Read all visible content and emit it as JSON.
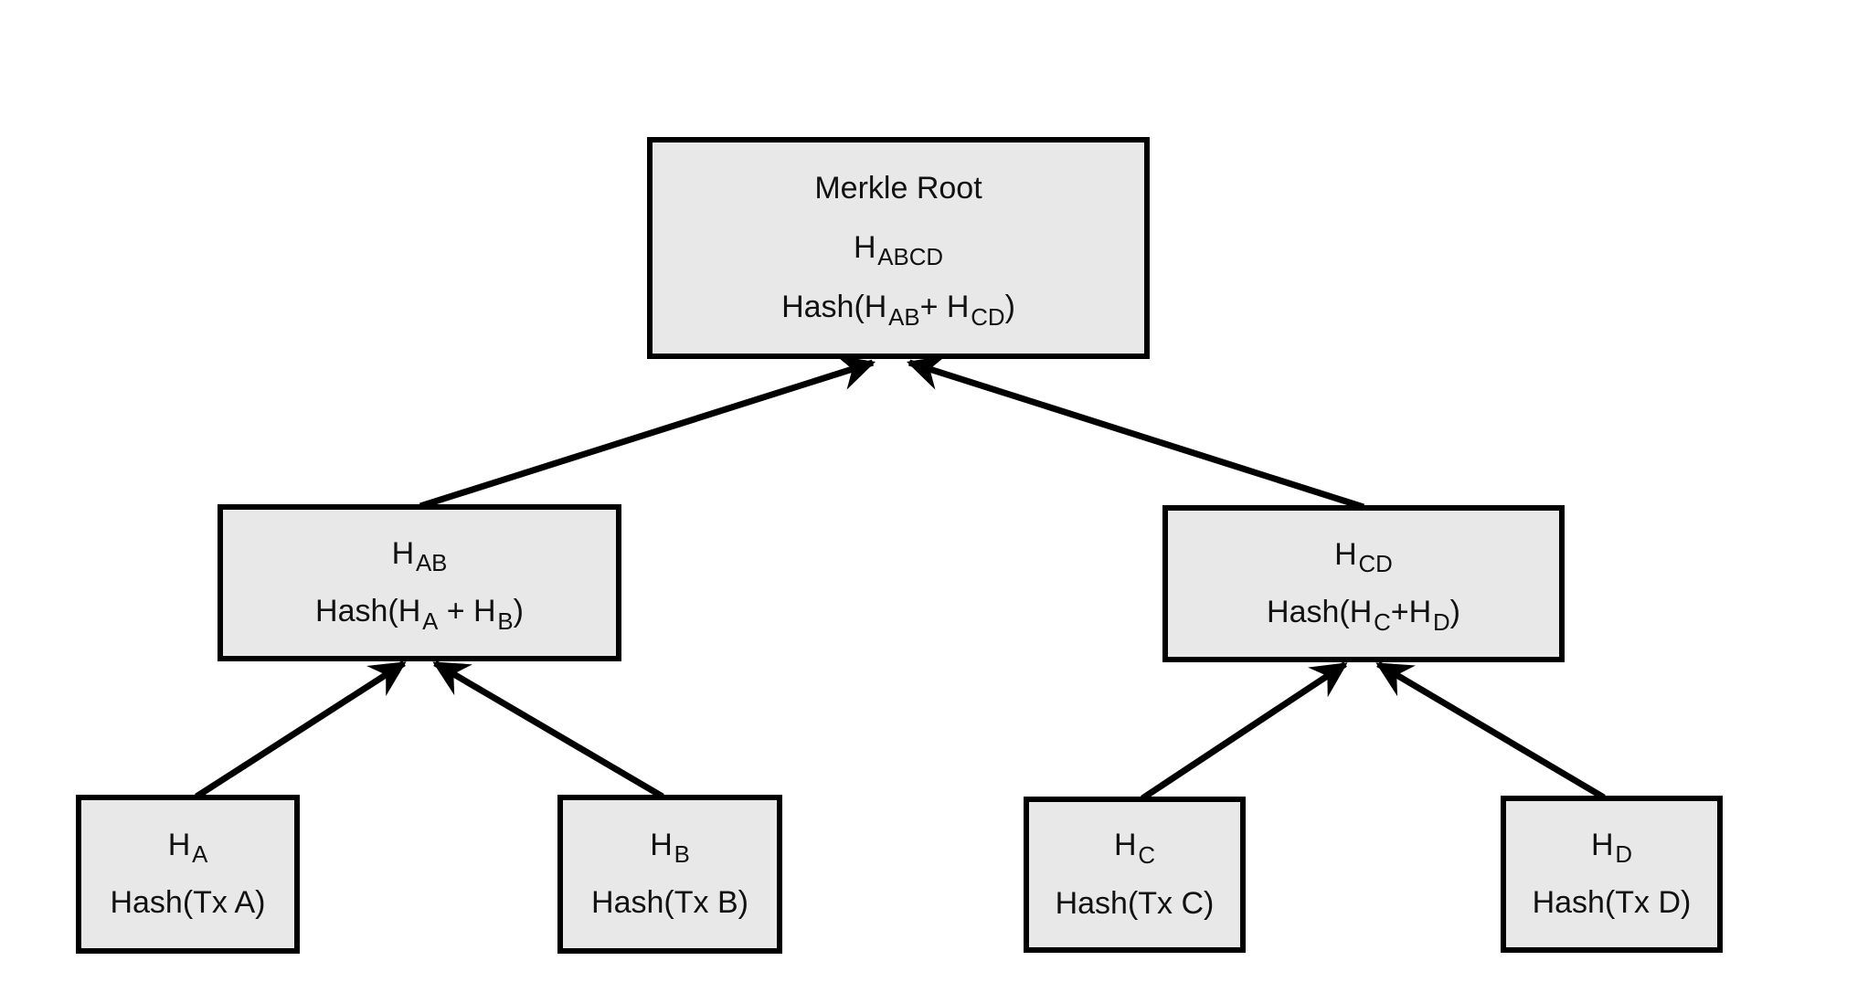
{
  "colors": {
    "background": "#ffffff",
    "box_fill": "#e8e8e8",
    "box_border": "#000000",
    "arrow": "#000000",
    "text": "#111111"
  },
  "nodes": {
    "root": {
      "title": "Merkle Root",
      "hash": {
        "base": "H",
        "sub": "ABCD"
      },
      "formula": {
        "p1": "Hash(H",
        "sub1": "AB",
        "p2": "+ H",
        "sub2": "CD",
        "p3": ")"
      }
    },
    "hab": {
      "hash": {
        "base": "H",
        "sub": "AB"
      },
      "formula": {
        "p1": "Hash(H",
        "sub1": "A",
        "p2": " + H",
        "sub2": "B",
        "p3": ")"
      }
    },
    "hcd": {
      "hash": {
        "base": "H",
        "sub": "CD"
      },
      "formula": {
        "p1": "Hash(H",
        "sub1": "C",
        "p2": "+H",
        "sub2": "D",
        "p3": ")"
      }
    },
    "ha": {
      "hash": {
        "base": "H",
        "sub": "A"
      },
      "formula_text": "Hash(Tx A)"
    },
    "hb": {
      "hash": {
        "base": "H",
        "sub": "B"
      },
      "formula_text": "Hash(Tx B)"
    },
    "hc": {
      "hash": {
        "base": "H",
        "sub": "C"
      },
      "formula_text": "Hash(Tx C)"
    },
    "hd": {
      "hash": {
        "base": "H",
        "sub": "D"
      },
      "formula_text": "Hash(Tx D)"
    }
  },
  "edges": [
    {
      "from": "ha",
      "to": "hab"
    },
    {
      "from": "hb",
      "to": "hab"
    },
    {
      "from": "hc",
      "to": "hcd"
    },
    {
      "from": "hd",
      "to": "hcd"
    },
    {
      "from": "hab",
      "to": "root"
    },
    {
      "from": "hcd",
      "to": "root"
    }
  ]
}
